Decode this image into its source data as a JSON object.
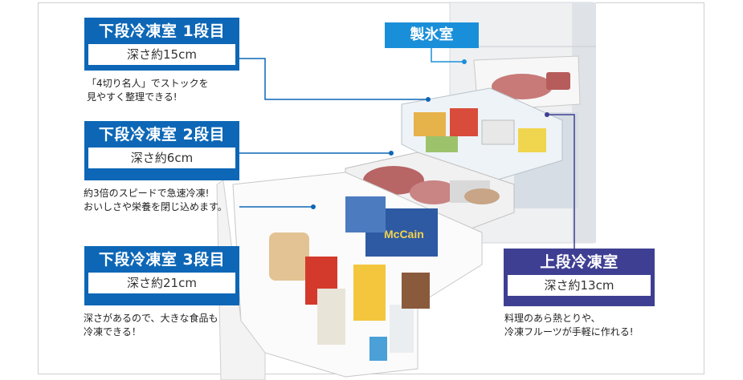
{
  "ice": {
    "label": "製氷室"
  },
  "tier1": {
    "title": "下段冷凍室 1段目",
    "depth": "深さ約15cm",
    "note_lines": [
      "「4切り名人」でストックを",
      "見やすく整理できる!"
    ]
  },
  "tier2": {
    "title": "下段冷凍室 2段目",
    "depth": "深さ約6cm",
    "note_lines": [
      "約3倍のスピードで急速冷凍!",
      "おいしさや栄養を閉じ込めます。"
    ]
  },
  "tier3": {
    "title": "下段冷凍室 3段目",
    "depth": "深さ約21cm",
    "note_lines": [
      "深さがあるので、大きな食品も",
      "冷凍できる！"
    ]
  },
  "upper": {
    "title": "上段冷凍室",
    "depth": "深さ約13cm",
    "note_lines": [
      "料理のあら熱とりや、",
      "冷凍フルーツが手軽に作れる!"
    ]
  },
  "product_labels": {
    "brand": "McCain"
  },
  "colors": {
    "blue": "#0d67b6",
    "purple": "#3e3f92",
    "ice": "#1a8fd9"
  }
}
